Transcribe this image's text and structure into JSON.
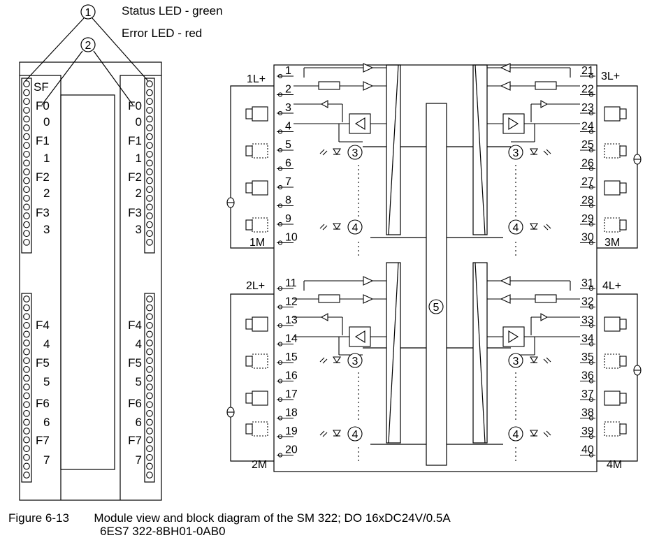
{
  "legend": [
    {
      "number": "1",
      "label": "Status LED - green"
    },
    {
      "number": "2",
      "label": "Error LED - red"
    }
  ],
  "module_view": {
    "top_labels": [
      "SF",
      "F0",
      "0",
      "F1",
      "1",
      "F2",
      "2",
      "F3",
      "3"
    ],
    "right_top_labels": [
      "F0",
      "0",
      "F1",
      "1",
      "F2",
      "2",
      "F3",
      "3"
    ],
    "bottom_labels": [
      "F4",
      "4",
      "F5",
      "5",
      "F6",
      "6",
      "F7",
      "7"
    ]
  },
  "block_diagram": {
    "left_terminals": [
      "1",
      "2",
      "3",
      "4",
      "5",
      "6",
      "7",
      "8",
      "9",
      "10",
      "11",
      "12",
      "13",
      "14",
      "15",
      "16",
      "17",
      "18",
      "19",
      "20"
    ],
    "right_terminals": [
      "21",
      "22",
      "23",
      "24",
      "25",
      "26",
      "27",
      "28",
      "29",
      "30",
      "31",
      "32",
      "33",
      "34",
      "35",
      "36",
      "37",
      "38",
      "39",
      "40"
    ],
    "supply_labels": {
      "l1": "1L+",
      "m1": "1M",
      "l2": "2L+",
      "m2": "2M",
      "l3": "3L+",
      "m3": "3M",
      "l4": "4L+",
      "m4": "4M"
    },
    "callouts": {
      "led_channel": "3",
      "error_led": "4",
      "backplane_bus": "5"
    }
  },
  "caption": {
    "figure": "Figure 6-13",
    "title": "Module view and block diagram of the SM 322; DO 16xDC24V/0.5A",
    "order_number": "6ES7 322-8BH01-0AB0"
  }
}
